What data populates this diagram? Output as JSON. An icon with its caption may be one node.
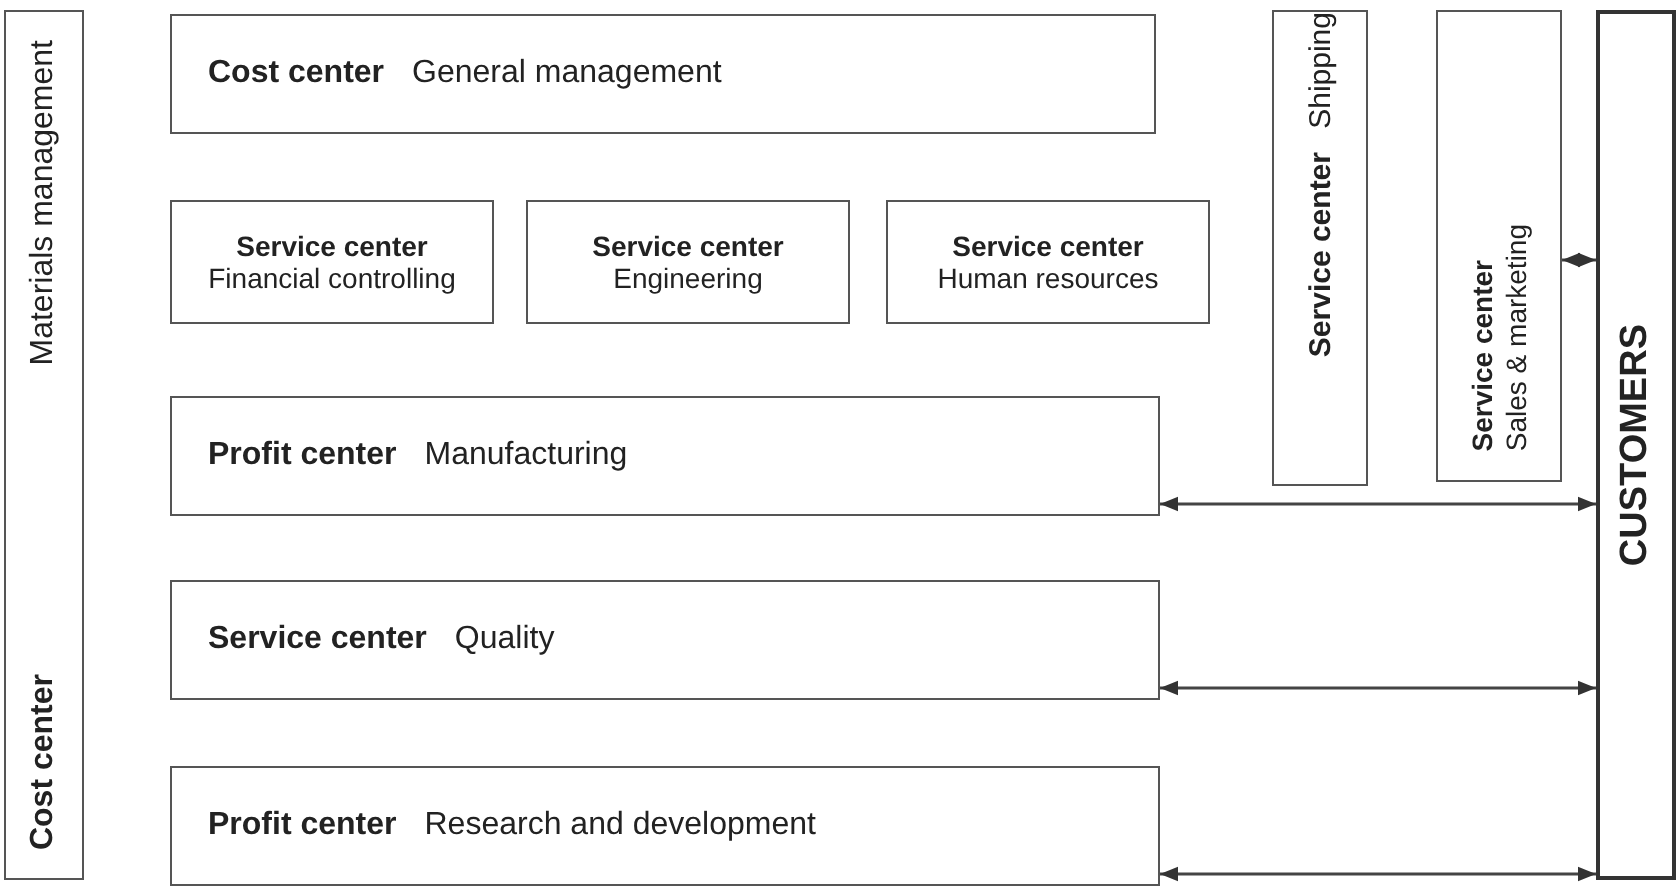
{
  "diagram": {
    "nodes": [
      {
        "text": [
          "Cost center",
          "Materials management"
        ]
      },
      {
        "text": [
          "Cost center",
          "General management"
        ]
      },
      {
        "text": [
          "Service center",
          "Financial controlling"
        ]
      },
      {
        "text": [
          "Service center",
          "Engineering"
        ]
      },
      {
        "text": [
          "Service center",
          "Human resources"
        ]
      },
      {
        "text": [
          "Profit center",
          "Manufacturing"
        ]
      },
      {
        "text": [
          "Service center",
          "Quality"
        ]
      },
      {
        "text": [
          "Profit center",
          "Research and development"
        ]
      },
      {
        "text": [
          "Service center",
          "Shipping"
        ]
      },
      {
        "text": [
          "Service center",
          "Sales & marketing"
        ]
      },
      {
        "text": [
          "CUSTOMERS"
        ]
      }
    ],
    "edges": [
      {
        "from": 9,
        "to": 10,
        "arrow": "both"
      },
      {
        "from": 5,
        "to": 10,
        "arrow": "both"
      },
      {
        "from": 6,
        "to": 10,
        "arrow": "both"
      },
      {
        "from": 7,
        "to": 10,
        "arrow": "both"
      }
    ]
  }
}
